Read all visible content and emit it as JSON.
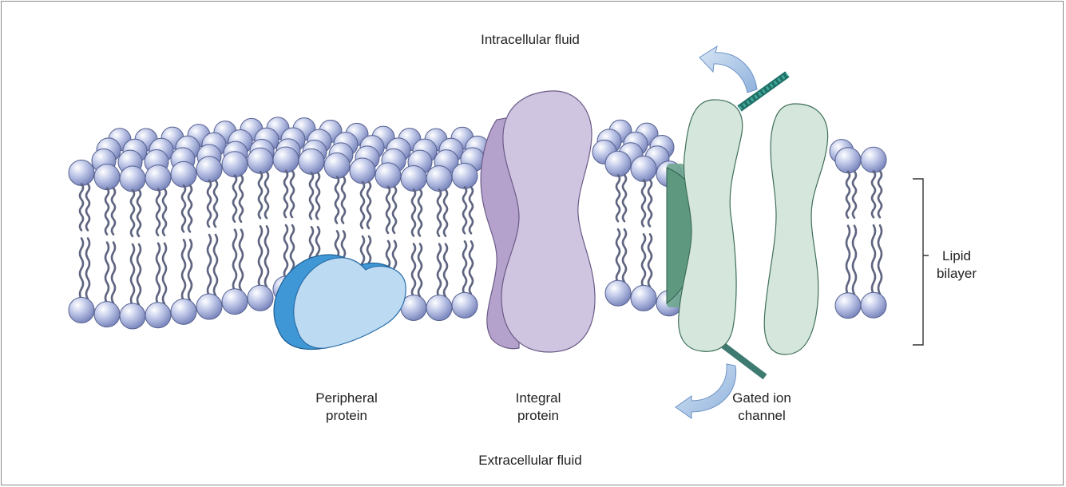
{
  "labels": {
    "intracellular": "Intracellular fluid",
    "extracellular": "Extracellular fluid",
    "peripheral_line1": "Peripheral",
    "peripheral_line2": "protein",
    "integral_line1": "Integral",
    "integral_line2": "protein",
    "gated_line1": "Gated ion",
    "gated_line2": "channel",
    "lipid_line1": "Lipid",
    "lipid_line2": "bilayer"
  },
  "colors": {
    "phospholipid_head": "#a9b4dd",
    "phospholipid_head_dark": "#55608f",
    "tail": "#5f6580",
    "peripheral_protein": "#bcdaf2",
    "peripheral_protein_dark": "#3f97d6",
    "integral_protein": "#cfc5e1",
    "integral_protein_dark": "#b4a2cc",
    "channel_protein": "#d5e6dc",
    "channel_protein_dark": "#6fa68f",
    "gate_rod": "#2f8a80",
    "arrow": "#a9c4e4"
  }
}
